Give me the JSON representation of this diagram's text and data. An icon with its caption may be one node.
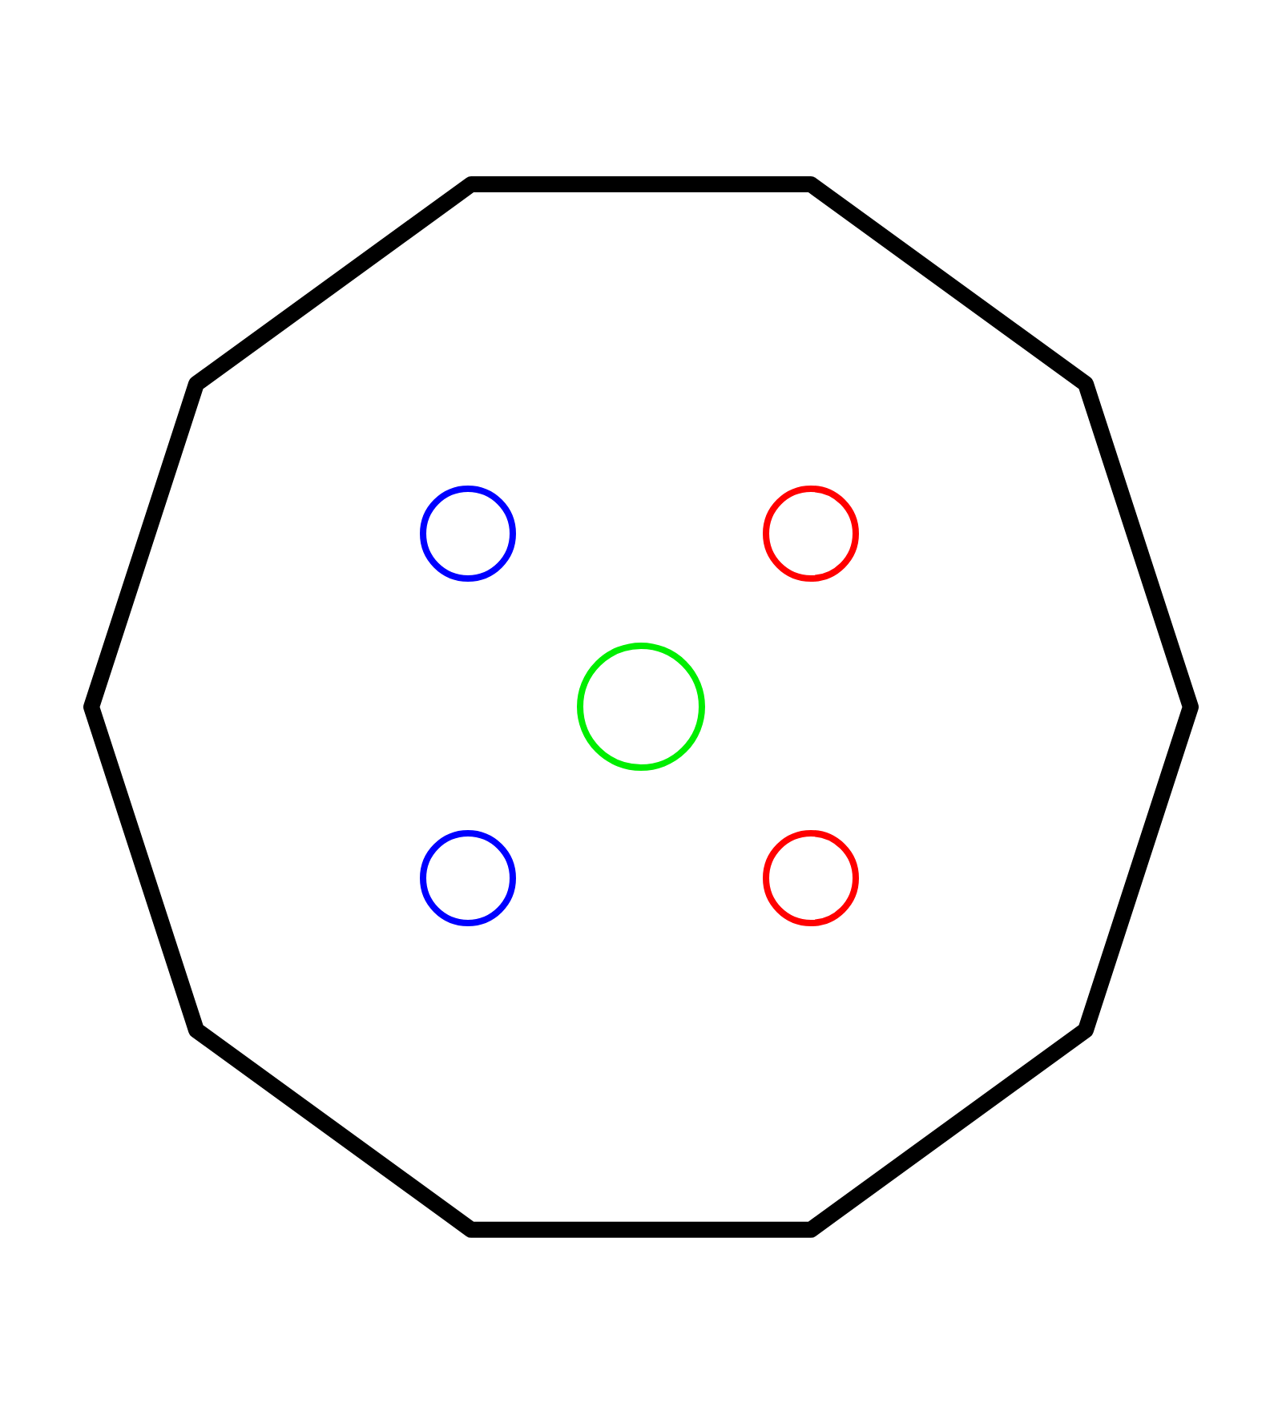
{
  "diagram": {
    "nodes": [
      {
        "text": [],
        "shape": "decagon"
      },
      {
        "text": [],
        "shape": "circle",
        "in": 0
      },
      {
        "text": [],
        "shape": "circle",
        "in": 0
      },
      {
        "text": [],
        "shape": "circle",
        "in": 0
      },
      {
        "text": [],
        "shape": "circle",
        "in": 0
      },
      {
        "text": [],
        "shape": "circle",
        "in": 0
      }
    ]
  }
}
